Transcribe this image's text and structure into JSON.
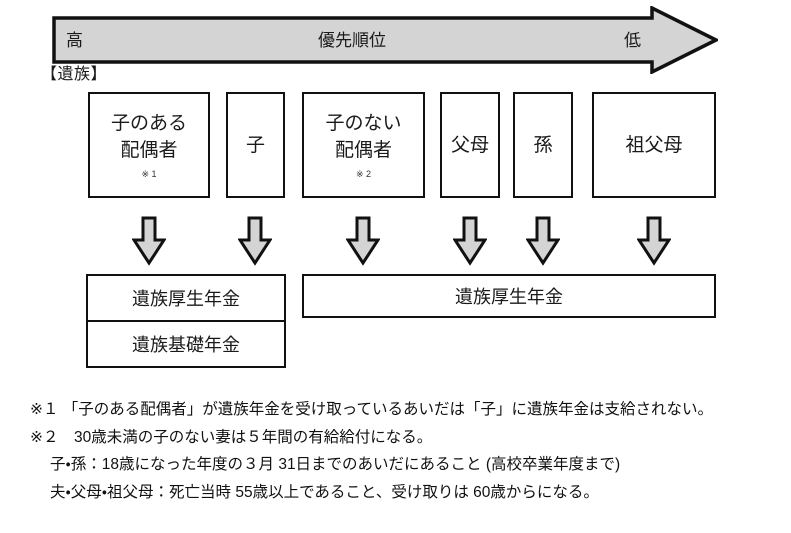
{
  "banner": {
    "high_label": "高",
    "title": "優先順位",
    "low_label": "低",
    "fill_color": "#d4d4d4",
    "stroke_color": "#111111"
  },
  "section": {
    "label": "【遺族】"
  },
  "beneficiaries": [
    {
      "name": "box-spouse-with-child",
      "line1": "子のある",
      "line2": "配偶者",
      "note": "※ 1"
    },
    {
      "name": "box-child",
      "line1": "子",
      "line2": "",
      "note": ""
    },
    {
      "name": "box-spouse-no-child",
      "line1": "子のない",
      "line2": "配偶者",
      "note": "※ 2"
    },
    {
      "name": "box-parents",
      "line1": "父母",
      "line2": "",
      "note": ""
    },
    {
      "name": "box-grandchild",
      "line1": "孫",
      "line2": "",
      "note": ""
    },
    {
      "name": "box-grandparents",
      "line1": "祖父母",
      "line2": "",
      "note": ""
    }
  ],
  "arrows": {
    "count": 6,
    "fill_color": "#d4d4d4",
    "stroke_color": "#111111"
  },
  "pensions": {
    "left": {
      "row1": "遺族厚生年金",
      "row2": "遺族基礎年金"
    },
    "right": {
      "row1": "遺族厚生年金"
    }
  },
  "footnotes": [
    "※１ 「子のある配偶者」が遺族年金を受け取っているあいだは「子」に遺族年金は支給されない。",
    "※２　30歳未満の子のない妻は５年間の有給給付になる。",
    "子・孫：18歳になった年度の３月 31日までのあいだにあること (高校卒業年度まで)",
    "夫・父母・祖父母：死亡当時 55歳以上であること、受け取りは 60歳からになる。"
  ]
}
